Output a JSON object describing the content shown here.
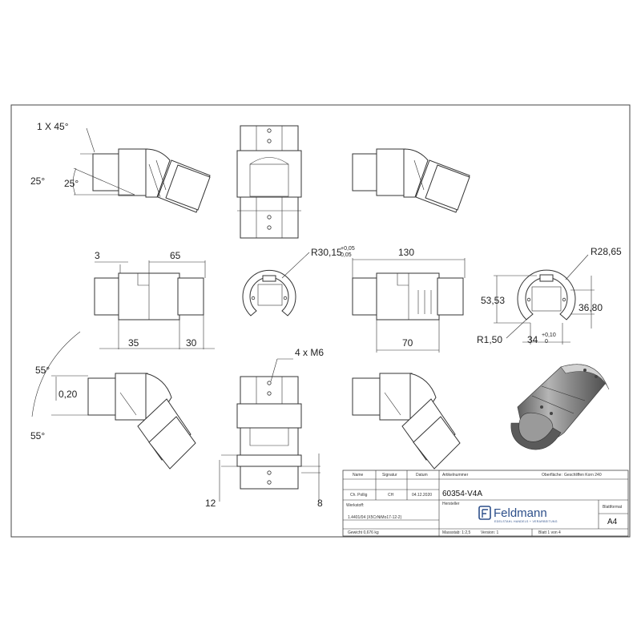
{
  "dimensions": {
    "chamfer": "1 X 45°",
    "angle_25_outer": "25°",
    "angle_25_inner": "25°",
    "width_3": "3",
    "width_65": "65",
    "width_35": "35",
    "width_30": "30",
    "radius_r30_main": "R30,15",
    "radius_r30_tol_upper": "+0,05",
    "radius_r30_tol_lower": "0,05",
    "length_130": "130",
    "length_70": "70",
    "radius_r28": "R28,65",
    "height_5353": "53,53",
    "height_3680": "36,80",
    "radius_r150": "R1,50",
    "width_34": "34",
    "tol_34_upper": "+0,10",
    "tol_34_lower": "0",
    "angle_55_top": "55°",
    "offset_020": "0,20",
    "angle_55_bottom": "55°",
    "thread": "4 x M6",
    "depth_12": "12",
    "depth_8": "8"
  },
  "title_block": {
    "col_name": "Name",
    "col_signature": "Signatur",
    "col_date": "Datum",
    "name_value": "Ch. Pollig",
    "signature_value": "CH",
    "date_value": "04.12.2020",
    "article_label": "Artikelnummer",
    "article_number": "60354-V4A",
    "surface_label": "Oberfläche:",
    "surface_value": "Geschliffen Korn 240",
    "manufacturer_label": "Hersteller",
    "material_label": "Werkstoff:",
    "material_value": "1.4401/04 (X5CrNiMo17-12-2)",
    "weight_value": "Gewicht 0,676 kg",
    "format_label": "Blattformat",
    "format_value": "A4",
    "scale_label": "Massstab: 1:2,5",
    "version_label": "Version: 1",
    "sheet_label": "Blatt 1 von 4",
    "logo_text": "Feldmann",
    "logo_slogan": "EDELSTAHL HANDELS + VERARBEITUNG"
  },
  "colors": {
    "line": "#333333",
    "frame": "#444444",
    "logo_blue": "#2d4f8a",
    "render_dark": "#6e6e6e",
    "render_mid": "#9a9a9a",
    "render_light": "#c8c8c8"
  }
}
